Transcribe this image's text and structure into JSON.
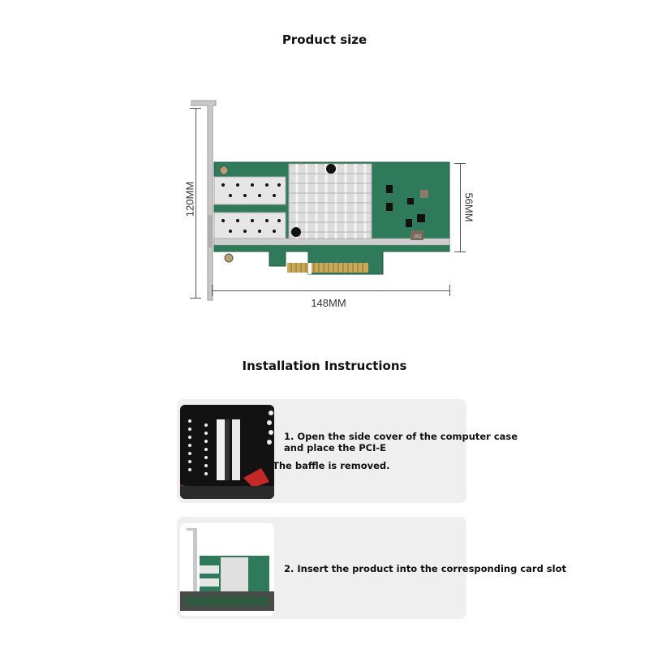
{
  "product_size": {
    "title": "Product size",
    "dimensions": {
      "height": "120MM",
      "width": "148MM",
      "card_height": "56MM"
    },
    "board_marking": "282"
  },
  "installation": {
    "title": "Installation Instructions",
    "steps": [
      {
        "line1": "1. Open the side cover of the computer case",
        "line2": "and place the PCI-E",
        "line3": "The baffle is removed."
      },
      {
        "line1": "2. Insert the product into the corresponding card slot"
      }
    ]
  },
  "colors": {
    "pcb_green": "#2f7a5a",
    "heatsink": "#d9d9d9",
    "card_bg": "#efefef",
    "gold_contact": "#c8a85a"
  }
}
